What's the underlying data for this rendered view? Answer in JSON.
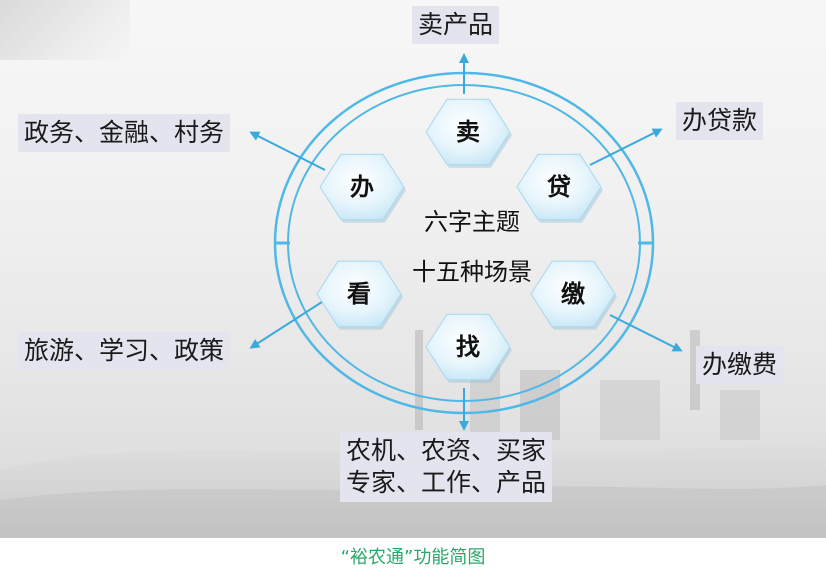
{
  "center": {
    "line1": "六字主题",
    "line2": "十五种场景"
  },
  "hexagons": {
    "mai": "卖",
    "dai": "贷",
    "jiao": "缴",
    "zhao": "找",
    "kan": "看",
    "ban": "办"
  },
  "outputs": {
    "top": "卖产品",
    "right_upper": "办贷款",
    "right_lower": "办缴费",
    "bottom_line1": "农机、农资、买家",
    "bottom_line2": "专家、工作、产品",
    "left_lower": "旅游、学习、政策",
    "left_upper": "政务、金融、村务"
  },
  "caption": "“裕农通”功能简图",
  "colors": {
    "ring": "#4fb8e6",
    "arrow": "#3aa9dd",
    "hex_fill": "#dff1fb",
    "label_bg": "#e3e4ee",
    "caption": "#2aa86a"
  }
}
